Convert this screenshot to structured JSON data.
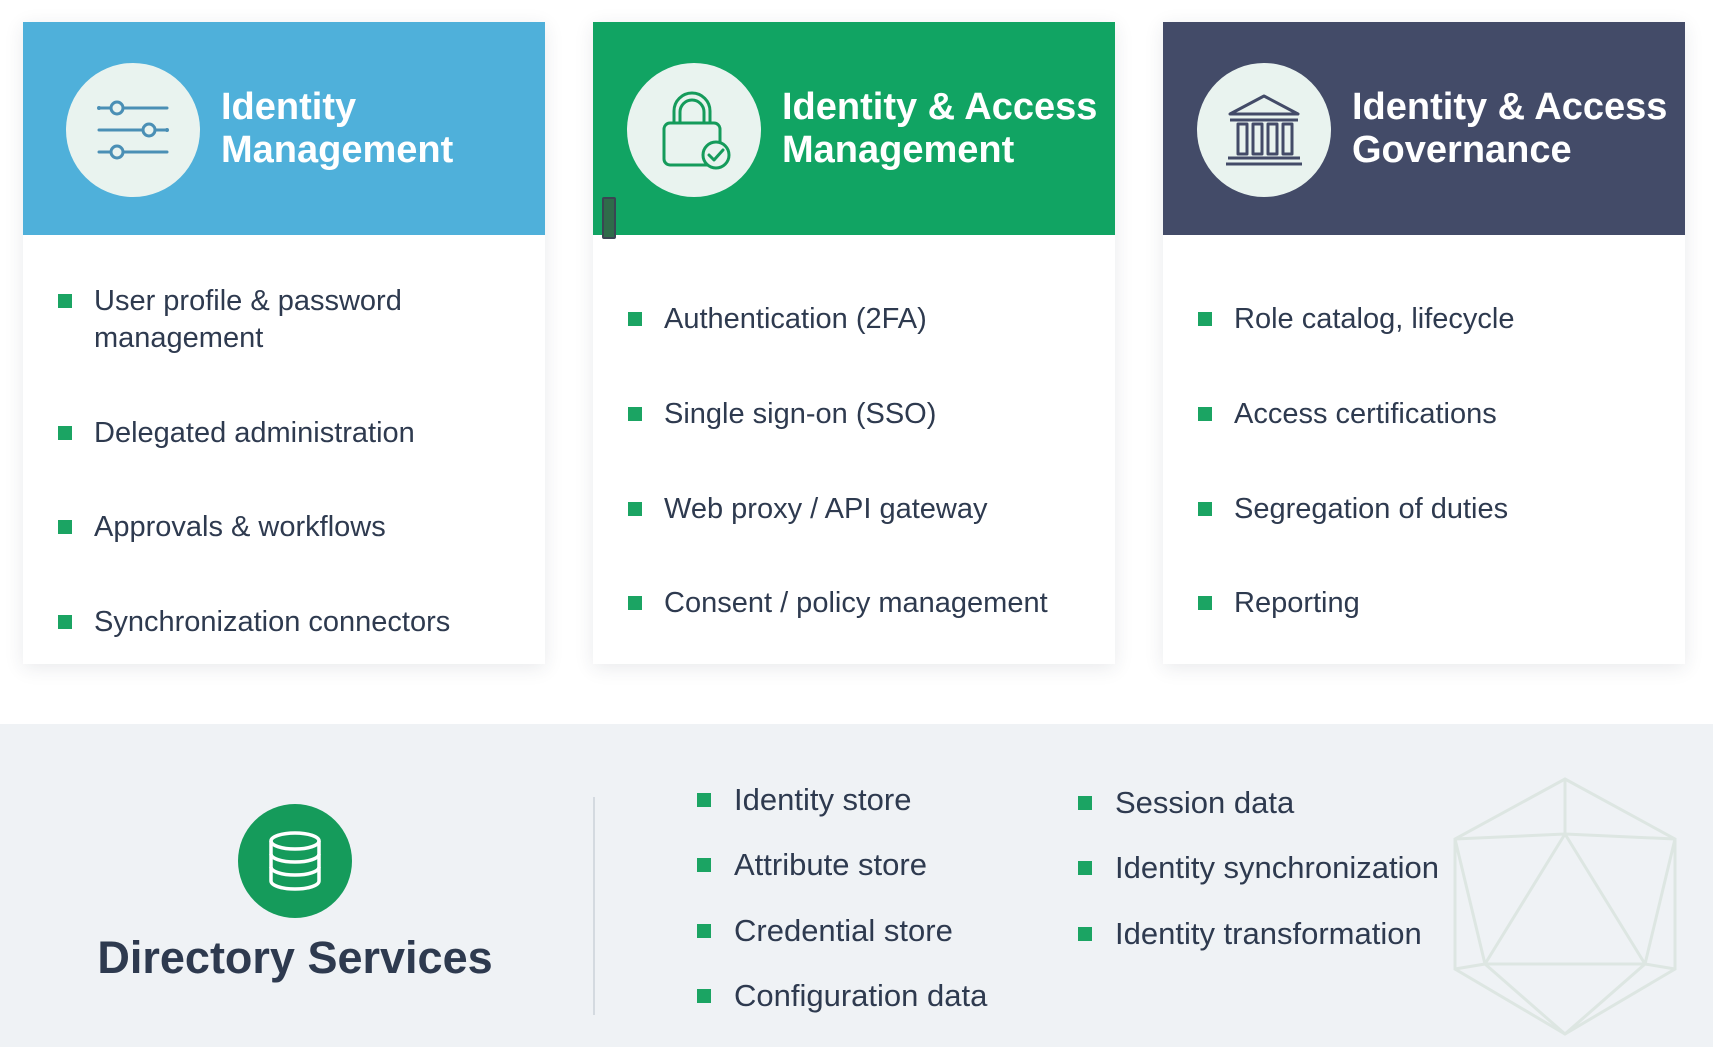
{
  "cards": [
    {
      "title_line1": "Identity",
      "title_line2": "Management",
      "icon": "sliders-icon",
      "color": "#4fb0da",
      "items": [
        "User profile & password management",
        "Delegated administration",
        "Approvals & workflows",
        "Synchronization connectors"
      ]
    },
    {
      "title_line1": "Identity & Access",
      "title_line2": "Management",
      "icon": "lock-check-icon",
      "color": "#11a463",
      "items": [
        "Authentication (2FA)",
        "Single sign-on (SSO)",
        "Web proxy / API gateway",
        "Consent / policy management"
      ]
    },
    {
      "title_line1": "Identity & Access",
      "title_line2": "Governance",
      "icon": "institution-icon",
      "color": "#434b68",
      "items": [
        "Role catalog, lifecycle",
        "Access certifications",
        "Segregation of duties",
        "Reporting"
      ]
    }
  ],
  "directory": {
    "title": "Directory Services",
    "icon": "database-icon",
    "color": "#159b5b",
    "col1": [
      "Identity store",
      "Attribute store",
      "Credential store",
      "Configuration data"
    ],
    "col2": [
      "Session data",
      "Identity synchronization",
      "Identity transformation"
    ]
  },
  "accent": "#1ba463"
}
